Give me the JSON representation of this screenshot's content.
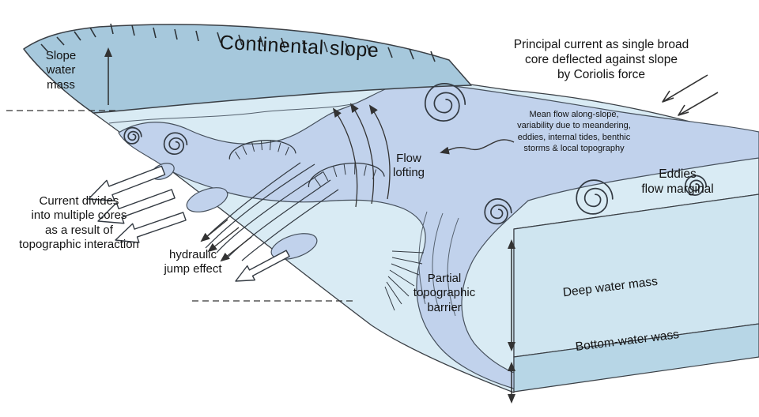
{
  "diagram": {
    "title": "Continental slope",
    "labels": {
      "slope_water_mass": [
        "Slope",
        "water",
        "mass"
      ],
      "principal_current": [
        "Principal current as single broad",
        "core deflected against slope",
        "by Coriolis force"
      ],
      "mean_flow_note": [
        "Mean flow along-slope,",
        "variability due to meandering,",
        "eddies, internal tides, benthic",
        "storms & local topography"
      ],
      "eddies_marginal": [
        "Eddies",
        "flow marginal"
      ],
      "flow_lofting": [
        "Flow",
        "lofting"
      ],
      "current_divides": [
        "Current divides",
        "into multiple cores",
        "as a result of",
        "topographic interaction"
      ],
      "hydraulic_jump": [
        "hydraulic",
        "jump effect"
      ],
      "partial_barrier": [
        "Partial",
        "topographic",
        "barrier"
      ],
      "deep_water_mass": "Deep water mass",
      "bottom_water_mass": "Bottom-water wass"
    },
    "colors": {
      "slope_band": "#a6c8dc",
      "sea_surface": "#d9ebf4",
      "current_core": "#c1d2ec",
      "deep_face": "#cfe5f0",
      "bottom_band": "#b7d6e6",
      "outline": "#3a3f45",
      "text": "#141414"
    }
  }
}
